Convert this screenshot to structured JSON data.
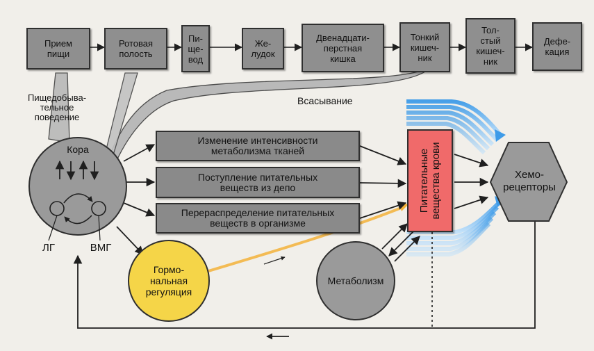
{
  "pipeline": [
    "Прием\nпищи",
    "Ротовая\nполость",
    "Пи-\nще-\nвод",
    "Же-\nлудок",
    "Двенадцати-\nперстная\nкишка",
    "Тонкий\nкишеч-\nник",
    "Тол-\nстый\nкишеч-\nник",
    "Дефе-\nкация"
  ],
  "labels": {
    "feeding_behavior": "Пищедобыва-\nтельное\nповедение",
    "absorption": "Всасывание",
    "cortex": "Кора",
    "lg": "ЛГ",
    "vmg": "ВМГ"
  },
  "effects": [
    "Изменение интенсивности\nметаболизма тканей",
    "Поступление питательных\nвеществ  из депо",
    "Перераспределение питательных\nвеществ в организме"
  ],
  "nodes": {
    "blood_nutrients": "Питательные\nвещества крови",
    "chemoreceptors": "Хемо-\nрецепторы",
    "metabolism": "Метаболизм",
    "hormonal": "Гормо-\nнальная\nрегуляция"
  },
  "colors": {
    "box_gray": "#8f8f8f",
    "blood_red": "#f06a6a",
    "hormonal_yellow": "#f5d548",
    "flow_blue": "#3e9be8",
    "flow_orange": "#f3b23a"
  }
}
